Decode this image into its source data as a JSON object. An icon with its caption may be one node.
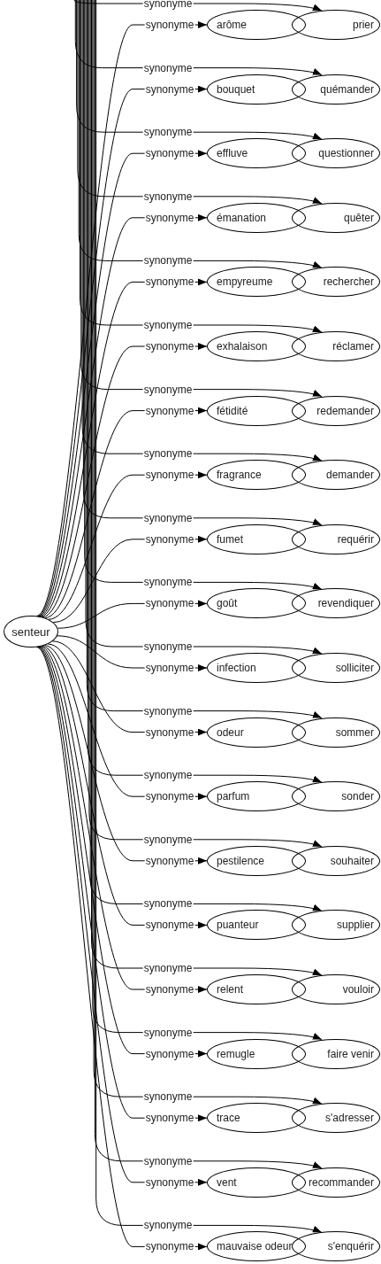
{
  "diagram": {
    "nodes": [
      {
        "text": [
          "senteur"
        ]
      },
      {
        "text": [
          "arôme"
        ]
      },
      {
        "text": [
          "prier"
        ]
      },
      {
        "text": [
          "bouquet"
        ]
      },
      {
        "text": [
          "quémander"
        ]
      },
      {
        "text": [
          "effluve"
        ]
      },
      {
        "text": [
          "questionner"
        ]
      },
      {
        "text": [
          "émanation"
        ]
      },
      {
        "text": [
          "quêter"
        ]
      },
      {
        "text": [
          "empyreume"
        ]
      },
      {
        "text": [
          "rechercher"
        ]
      },
      {
        "text": [
          "exhalaison"
        ]
      },
      {
        "text": [
          "réclamer"
        ]
      },
      {
        "text": [
          "fétidité"
        ]
      },
      {
        "text": [
          "redemander"
        ]
      },
      {
        "text": [
          "fragrance"
        ]
      },
      {
        "text": [
          "demander"
        ]
      },
      {
        "text": [
          "fumet"
        ]
      },
      {
        "text": [
          "requérir"
        ]
      },
      {
        "text": [
          "goût"
        ]
      },
      {
        "text": [
          "revendiquer"
        ]
      },
      {
        "text": [
          "infection"
        ]
      },
      {
        "text": [
          "solliciter"
        ]
      },
      {
        "text": [
          "odeur"
        ]
      },
      {
        "text": [
          "sommer"
        ]
      },
      {
        "text": [
          "parfum"
        ]
      },
      {
        "text": [
          "sonder"
        ]
      },
      {
        "text": [
          "pestilence"
        ]
      },
      {
        "text": [
          "souhaiter"
        ]
      },
      {
        "text": [
          "puanteur"
        ]
      },
      {
        "text": [
          "supplier"
        ]
      },
      {
        "text": [
          "relent"
        ]
      },
      {
        "text": [
          "vouloir"
        ]
      },
      {
        "text": [
          "remugle"
        ]
      },
      {
        "text": [
          "faire venir"
        ]
      },
      {
        "text": [
          "trace"
        ]
      },
      {
        "text": [
          "s'adresser"
        ]
      },
      {
        "text": [
          "vent"
        ]
      },
      {
        "text": [
          "recommander"
        ]
      },
      {
        "text": [
          "mauvaise odeur"
        ]
      },
      {
        "text": [
          "s'enquérir"
        ]
      }
    ],
    "edges": [
      {
        "from": 0,
        "to": 1,
        "arrow": "to",
        "label": "synonyme"
      },
      {
        "from": null,
        "to": 2,
        "arrow": "to",
        "label": "synonyme"
      },
      {
        "from": 0,
        "to": 3,
        "arrow": "to",
        "label": "synonyme"
      },
      {
        "from": null,
        "to": 4,
        "arrow": "to",
        "label": "synonyme"
      },
      {
        "from": 0,
        "to": 5,
        "arrow": "to",
        "label": "synonyme"
      },
      {
        "from": null,
        "to": 6,
        "arrow": "to",
        "label": "synonyme"
      },
      {
        "from": 0,
        "to": 7,
        "arrow": "to",
        "label": "synonyme"
      },
      {
        "from": null,
        "to": 8,
        "arrow": "to",
        "label": "synonyme"
      },
      {
        "from": 0,
        "to": 9,
        "arrow": "to",
        "label": "synonyme"
      },
      {
        "from": null,
        "to": 10,
        "arrow": "to",
        "label": "synonyme"
      },
      {
        "from": 0,
        "to": 11,
        "arrow": "to",
        "label": "synonyme"
      },
      {
        "from": null,
        "to": 12,
        "arrow": "to",
        "label": "synonyme"
      },
      {
        "from": 0,
        "to": 13,
        "arrow": "to",
        "label": "synonyme"
      },
      {
        "from": null,
        "to": 14,
        "arrow": "to",
        "label": "synonyme"
      },
      {
        "from": 0,
        "to": 15,
        "arrow": "to",
        "label": "synonyme"
      },
      {
        "from": null,
        "to": 16,
        "arrow": "to",
        "label": "synonyme"
      },
      {
        "from": 0,
        "to": 17,
        "arrow": "to",
        "label": "synonyme"
      },
      {
        "from": null,
        "to": 18,
        "arrow": "to",
        "label": "synonyme"
      },
      {
        "from": 0,
        "to": 19,
        "arrow": "to",
        "label": "synonyme"
      },
      {
        "from": null,
        "to": 20,
        "arrow": "to",
        "label": "synonyme"
      },
      {
        "from": 0,
        "to": 21,
        "arrow": "to",
        "label": "synonyme"
      },
      {
        "from": null,
        "to": 22,
        "arrow": "to",
        "label": "synonyme"
      },
      {
        "from": 0,
        "to": 23,
        "arrow": "to",
        "label": "synonyme"
      },
      {
        "from": null,
        "to": 24,
        "arrow": "to",
        "label": "synonyme"
      },
      {
        "from": 0,
        "to": 25,
        "arrow": "to",
        "label": "synonyme"
      },
      {
        "from": null,
        "to": 26,
        "arrow": "to",
        "label": "synonyme"
      },
      {
        "from": 0,
        "to": 27,
        "arrow": "to",
        "label": "synonyme"
      },
      {
        "from": null,
        "to": 28,
        "arrow": "to",
        "label": "synonyme"
      },
      {
        "from": 0,
        "to": 29,
        "arrow": "to",
        "label": "synonyme"
      },
      {
        "from": null,
        "to": 30,
        "arrow": "to",
        "label": "synonyme"
      },
      {
        "from": 0,
        "to": 31,
        "arrow": "to",
        "label": "synonyme"
      },
      {
        "from": null,
        "to": 32,
        "arrow": "to",
        "label": "synonyme"
      },
      {
        "from": 0,
        "to": 33,
        "arrow": "to",
        "label": "synonyme"
      },
      {
        "from": null,
        "to": 34,
        "arrow": "to",
        "label": "synonyme"
      },
      {
        "from": 0,
        "to": 35,
        "arrow": "to",
        "label": "synonyme"
      },
      {
        "from": null,
        "to": 36,
        "arrow": "to",
        "label": "synonyme"
      },
      {
        "from": 0,
        "to": 37,
        "arrow": "to",
        "label": "synonyme"
      },
      {
        "from": null,
        "to": 38,
        "arrow": "to",
        "label": "synonyme"
      },
      {
        "from": 0,
        "to": 39,
        "arrow": "to",
        "label": "synonyme"
      },
      {
        "from": null,
        "to": 40,
        "arrow": "to",
        "label": "synonyme"
      }
    ]
  }
}
